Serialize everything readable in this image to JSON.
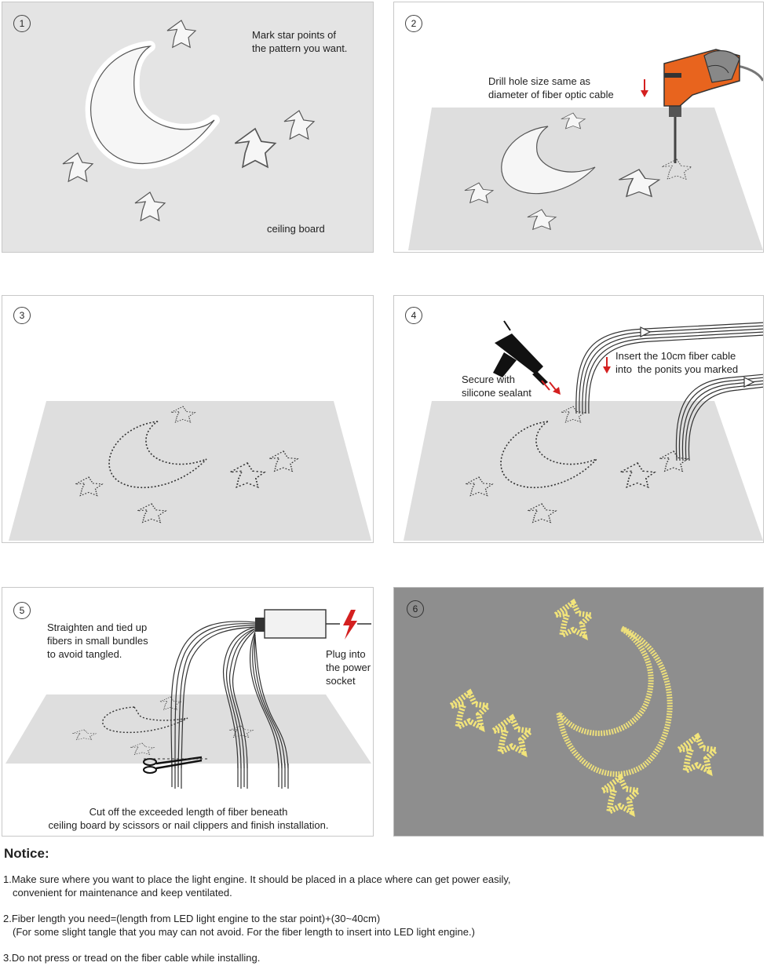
{
  "steps": [
    {
      "number": "1",
      "callout": "Mark star points of\nthe pattern you want.",
      "surface_label": "ceiling board"
    },
    {
      "number": "2",
      "callout": "Drill hole size same as\ndiameter of fiber optic cable"
    },
    {
      "number": "3"
    },
    {
      "number": "4",
      "callout_sealant": "Secure with\nsilicone sealant",
      "callout_insert": "Insert the 10cm fiber cable\ninto  the ponits you marked"
    },
    {
      "number": "5",
      "callout_bundle": "Straighten and tied up\nfibers in small bundles\nto avoid tangled.",
      "callout_plug": "Plug into\nthe power\nsocket",
      "caption": "Cut off the exceeded length of fiber beneath\nceiling board by scissors or nail clippers and finish installation."
    },
    {
      "number": "6"
    }
  ],
  "notice": {
    "title": "Notice:",
    "items": [
      {
        "line1": "1.Make sure where you want to place the light engine. It should be placed in a place where can get power easily,",
        "line2": "convenient for maintenance and keep ventilated."
      },
      {
        "line1": "2.Fiber length you need=(length from LED light engine to the star point)+(30~40cm)",
        "line2": "(For some slight tangle that you may can not avoid. For the fiber length to insert into LED light engine.)"
      },
      {
        "line1": "3.Do not press or tread on the fiber cable while installing."
      }
    ]
  },
  "colors": {
    "panel_bg": "#e4e4e4",
    "board": "#dedede",
    "arrow_red": "#d42020",
    "drill_orange": "#e8641e",
    "glow_yellow": "#f2e47a",
    "night_bg": "#8e8e8e"
  },
  "icons": [
    "moon-icon",
    "star-icon",
    "drill-icon",
    "glue-gun-icon",
    "light-engine-icon",
    "lightning-icon",
    "scissors-icon",
    "down-arrow-icon"
  ]
}
